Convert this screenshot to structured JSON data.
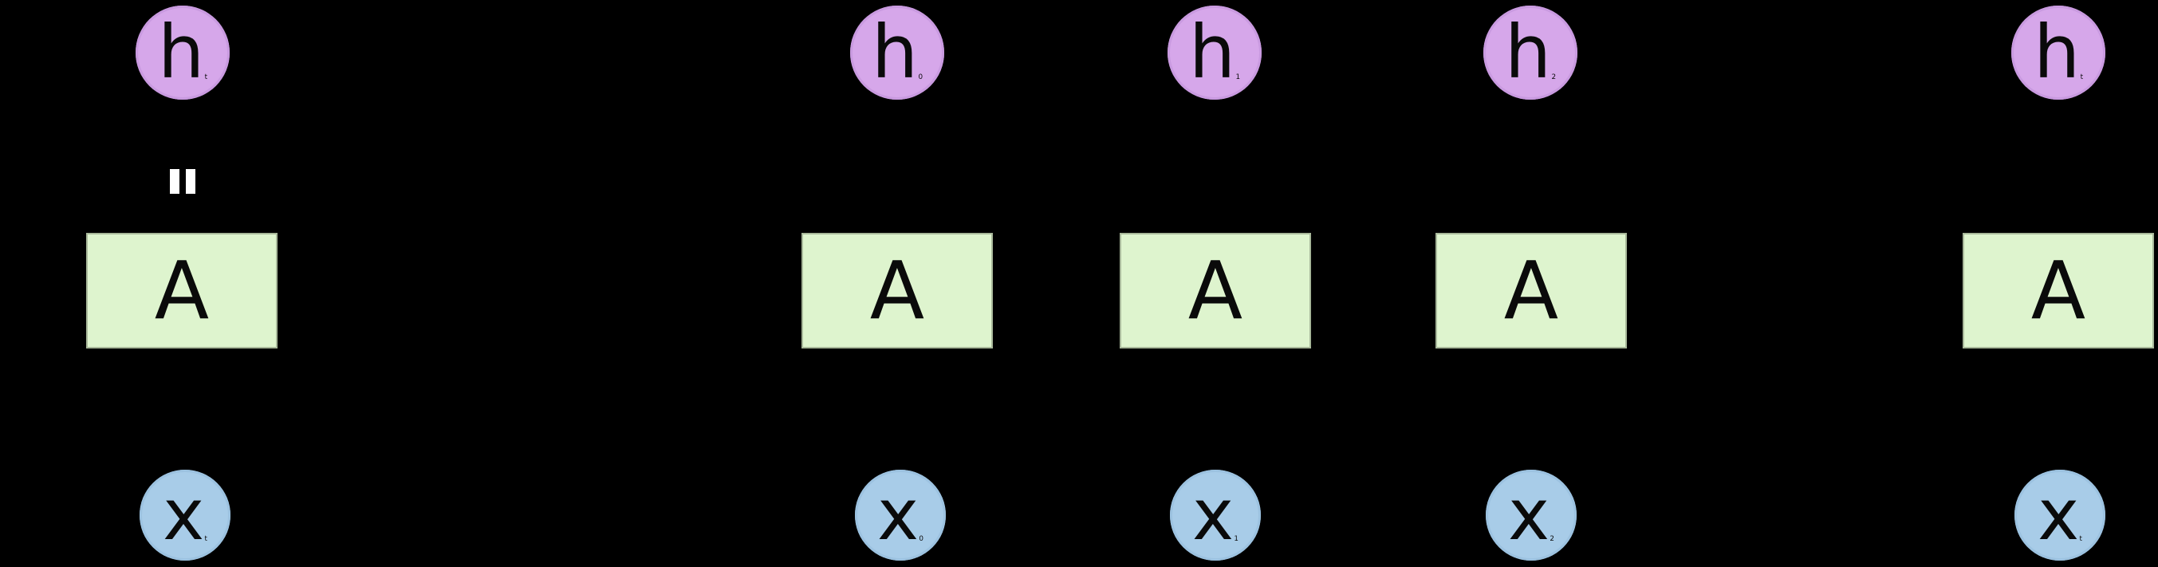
{
  "diagram": {
    "title_semantic": "unrolled recurrent neural network",
    "background_color": "#000000",
    "colors": {
      "hidden_state_circle_fill": "#d6a7ea",
      "cell_box_fill": "#def4ce",
      "input_circle_fill": "#a8cce8",
      "label_text": "#0a0a0a",
      "equals_mark": "#ffffff"
    },
    "equals_mark": {
      "name": "rotated-equals-mark",
      "color": "#ffffff"
    },
    "cells": [
      {
        "id": "loop-cell",
        "top": {
          "base": "h",
          "sub": "t"
        },
        "box": "A",
        "bottom": {
          "base": "x",
          "sub": "t"
        }
      },
      {
        "id": "step-0",
        "top": {
          "base": "h",
          "sub": "0"
        },
        "box": "A",
        "bottom": {
          "base": "x",
          "sub": "0"
        }
      },
      {
        "id": "step-1",
        "top": {
          "base": "h",
          "sub": "1"
        },
        "box": "A",
        "bottom": {
          "base": "x",
          "sub": "1"
        }
      },
      {
        "id": "step-2",
        "top": {
          "base": "h",
          "sub": "2"
        },
        "box": "A",
        "bottom": {
          "base": "x",
          "sub": "2"
        }
      },
      {
        "id": "step-t",
        "top": {
          "base": "h",
          "sub": "t"
        },
        "box": "A",
        "bottom": {
          "base": "x",
          "sub": "t"
        }
      }
    ]
  }
}
